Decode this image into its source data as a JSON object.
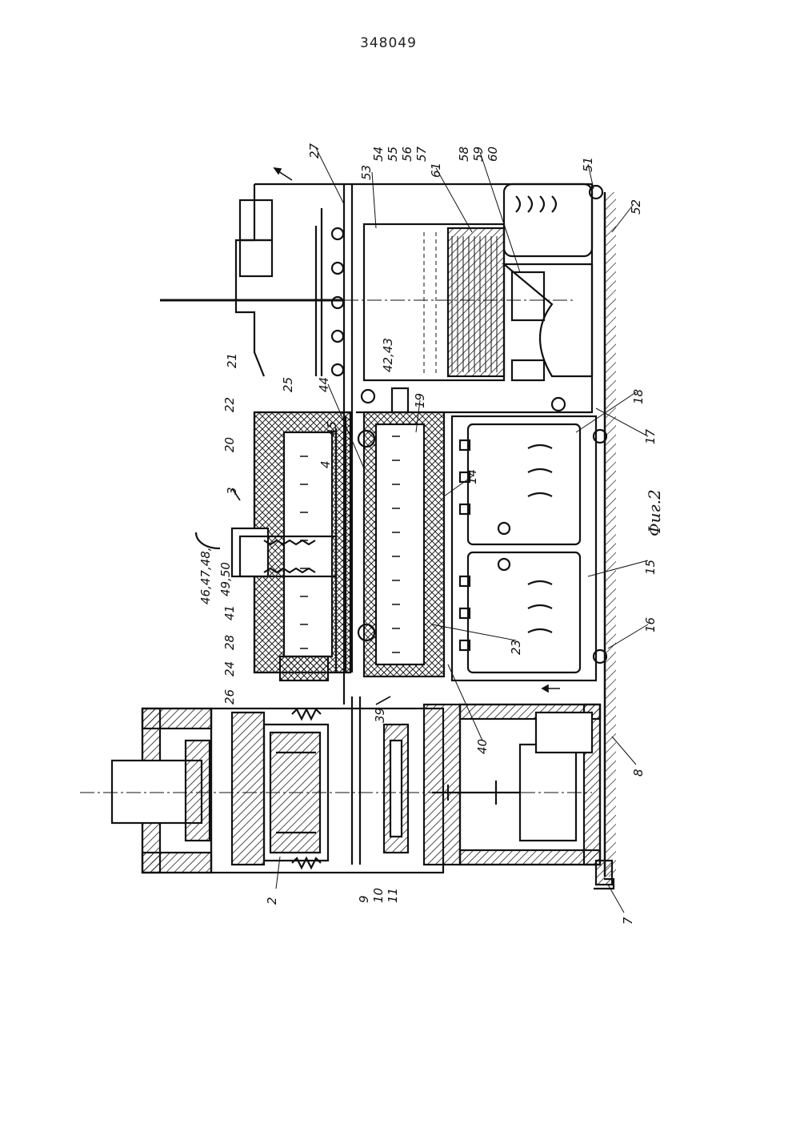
{
  "header": {
    "patent_number": "348049"
  },
  "figure": {
    "caption": "Фиг.2"
  },
  "labels": [
    {
      "id": "l2",
      "text": "2"
    },
    {
      "id": "l3",
      "text": "3"
    },
    {
      "id": "l4",
      "text": "4"
    },
    {
      "id": "l7",
      "text": "7"
    },
    {
      "id": "l8",
      "text": "8"
    },
    {
      "id": "l9",
      "text": "9"
    },
    {
      "id": "l10",
      "text": "10"
    },
    {
      "id": "l11",
      "text": "11"
    },
    {
      "id": "l14",
      "text": "14"
    },
    {
      "id": "l15",
      "text": "15"
    },
    {
      "id": "l16",
      "text": "16"
    },
    {
      "id": "l17",
      "text": "17"
    },
    {
      "id": "l18",
      "text": "18"
    },
    {
      "id": "l19",
      "text": "19"
    },
    {
      "id": "l20",
      "text": "20"
    },
    {
      "id": "l21",
      "text": "21"
    },
    {
      "id": "l22",
      "text": "22"
    },
    {
      "id": "l23",
      "text": "23"
    },
    {
      "id": "l24",
      "text": "24"
    },
    {
      "id": "l25",
      "text": "25"
    },
    {
      "id": "l26",
      "text": "26"
    },
    {
      "id": "l27",
      "text": "27"
    },
    {
      "id": "l28",
      "text": "28"
    },
    {
      "id": "l39",
      "text": "39"
    },
    {
      "id": "l40",
      "text": "40"
    },
    {
      "id": "l41",
      "text": "41"
    },
    {
      "id": "l42",
      "text": "42,43"
    },
    {
      "id": "l44",
      "text": "44"
    },
    {
      "id": "l45",
      "text": "45"
    },
    {
      "id": "l46",
      "text": "46,47,48,"
    },
    {
      "id": "l49",
      "text": "49,50"
    },
    {
      "id": "l51",
      "text": "51"
    },
    {
      "id": "l52",
      "text": "52"
    },
    {
      "id": "l53",
      "text": "53"
    },
    {
      "id": "l54",
      "text": "54"
    },
    {
      "id": "l55",
      "text": "55"
    },
    {
      "id": "l56",
      "text": "56"
    },
    {
      "id": "l57",
      "text": "57"
    },
    {
      "id": "l58",
      "text": "58"
    },
    {
      "id": "l59",
      "text": "59"
    },
    {
      "id": "l60",
      "text": "60"
    },
    {
      "id": "l61",
      "text": "61"
    }
  ]
}
